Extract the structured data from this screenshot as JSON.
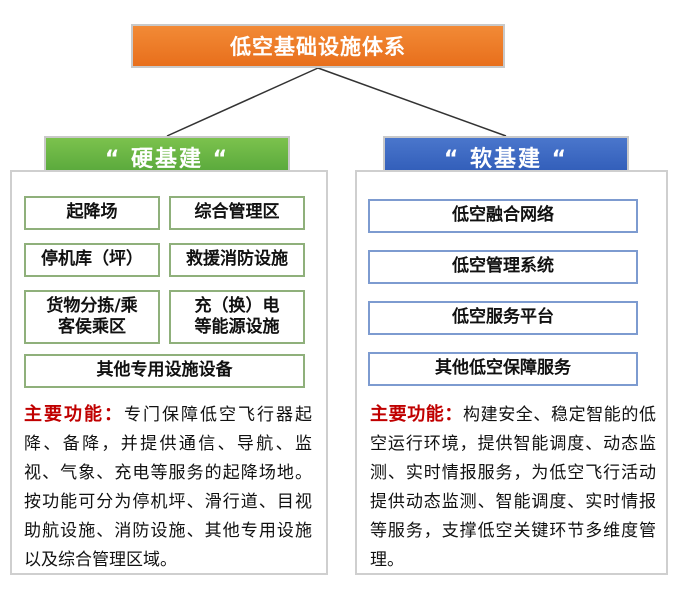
{
  "title": "低空基础设施体系",
  "hard": {
    "heading": "“ 硬基建 “",
    "items": [
      "起降场",
      "综合管理区",
      "停机库（坪）",
      "救援消防设施",
      "货物分拣/乘客侯乘区",
      "充（换）电等能源设施",
      "其他专用设施设备"
    ],
    "items_lines": {
      "cargo": [
        "货物分拣/乘",
        "客侯乘区"
      ],
      "charge": [
        "充（换）电",
        "等能源设施"
      ]
    },
    "function_label": "主要功能：",
    "function_text": "专门保障低空飞行器起降、备降，并提供通信、导航、监视、气象、充电等服务的起降场地。按功能可分为停机坪、滑行道、目视助航设施、消防设施、其他专用设施以及综合管理区域。"
  },
  "soft": {
    "heading": "“ 软基建 “",
    "items": [
      "低空融合网络",
      "低空管理系统",
      "低空服务平台",
      "其他低空保障服务"
    ],
    "function_label": "主要功能：",
    "function_text": "构建安全、稳定智能的低空运行环境，提供智能调度、动态监测、实时情报服务，为低空飞行活动提供动态监测、智能调度、实时情报等服务，支撑低空关键环节多维度管理。"
  },
  "colors": {
    "title": "#e86f1c",
    "hard": "#56a63a",
    "soft": "#2f5bb7",
    "lead": "#c00000"
  }
}
